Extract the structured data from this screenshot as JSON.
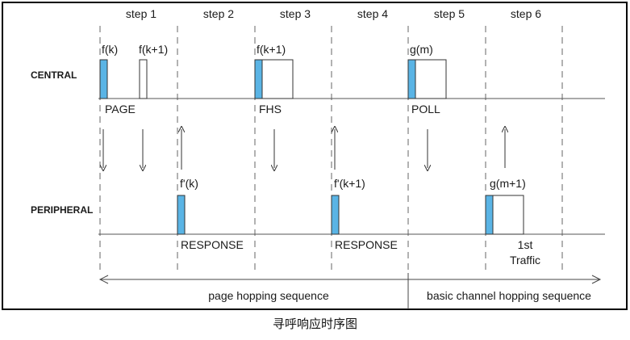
{
  "steps": [
    "step 1",
    "step 2",
    "step 3",
    "step 4",
    "step 5",
    "step 6"
  ],
  "rows": {
    "central": "CENTRAL",
    "peripheral": "PERIPHERAL"
  },
  "packets": {
    "central_fk": "f(k)",
    "central_fk1": "f(k+1)",
    "central_fk1_step3": "f(k+1)",
    "central_gm": "g(m)",
    "peripheral_fpk": "f'(k)",
    "peripheral_fpk1": "f'(k+1)",
    "peripheral_gm1": "g(m+1)"
  },
  "messages": {
    "page": "PAGE",
    "fhs": "FHS",
    "poll": "POLL",
    "response_1": "RESPONSE",
    "response_2": "RESPONSE",
    "traffic_line1": "1st",
    "traffic_line2": "Traffic"
  },
  "sequences": {
    "page_hopping": "page hopping sequence",
    "basic_hopping": "basic channel hopping sequence"
  },
  "caption": "寻呼响应时序图",
  "colors": {
    "packet_header": "#5ab4e5",
    "line": "#555555",
    "dash": "#666666"
  }
}
